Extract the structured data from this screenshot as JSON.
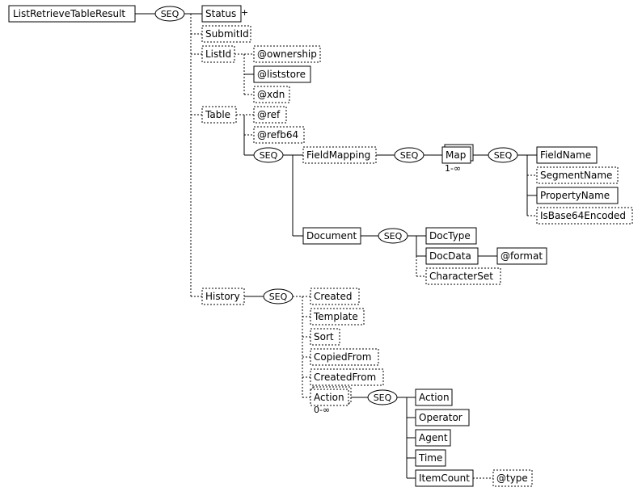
{
  "schema": {
    "root": "ListRetrieveTableResult",
    "seq_label": "SEQ",
    "status": "Status",
    "submit_id": "SubmitId",
    "list_id": "ListId",
    "ownership": "@ownership",
    "liststore": "@liststore",
    "xdn": "@xdn",
    "table": "Table",
    "ref": "@ref",
    "refb64": "@refb64",
    "field_mapping": "FieldMapping",
    "map": "Map",
    "map_occurs": "1-∞",
    "field_name": "FieldName",
    "segment_name": "SegmentName",
    "property_name": "PropertyName",
    "is_base64_encoded": "IsBase64Encoded",
    "document": "Document",
    "doc_type": "DocType",
    "doc_data": "DocData",
    "format": "@format",
    "character_set": "CharacterSet",
    "history": "History",
    "created": "Created",
    "template": "Template",
    "sort": "Sort",
    "copied_from": "CopiedFrom",
    "created_from": "CreatedFrom",
    "action": "Action",
    "action_occurs": "0-∞",
    "action_child": "Action",
    "operator": "Operator",
    "agent": "Agent",
    "time": "Time",
    "item_count": "ItemCount",
    "type": "@type"
  }
}
